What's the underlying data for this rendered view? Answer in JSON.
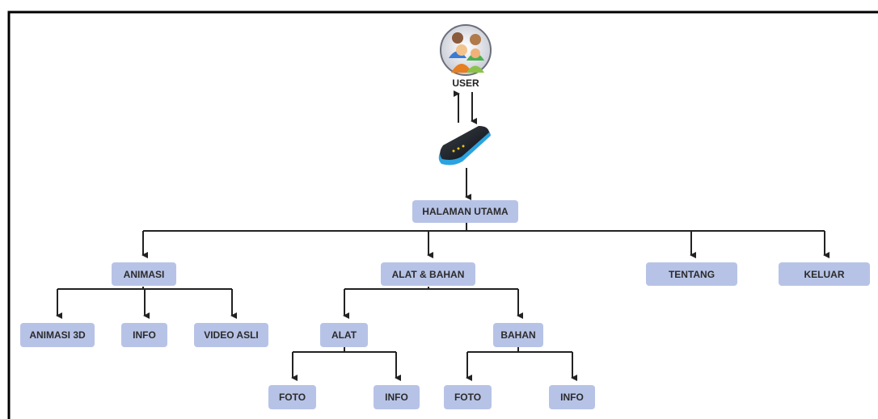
{
  "diagram": {
    "user_label": "USER",
    "icons": {
      "user": "user-group-icon",
      "device": "smartphone-icon"
    },
    "colors": {
      "node_fill": "#b7c3e6",
      "line": "#222222"
    },
    "nodes": {
      "halaman_utama": "HALAMAN UTAMA",
      "animasi": "ANIMASI",
      "alat_bahan": "ALAT & BAHAN",
      "tentang": "TENTANG",
      "keluar": "KELUAR",
      "animasi_3d": "ANIMASI 3D",
      "info_animasi": "INFO",
      "video_asli": "VIDEO ASLI",
      "alat": "ALAT",
      "bahan": "BAHAN",
      "foto_alat": "FOTO",
      "info_alat": "INFO",
      "foto_bahan": "FOTO",
      "info_bahan": "INFO"
    }
  }
}
